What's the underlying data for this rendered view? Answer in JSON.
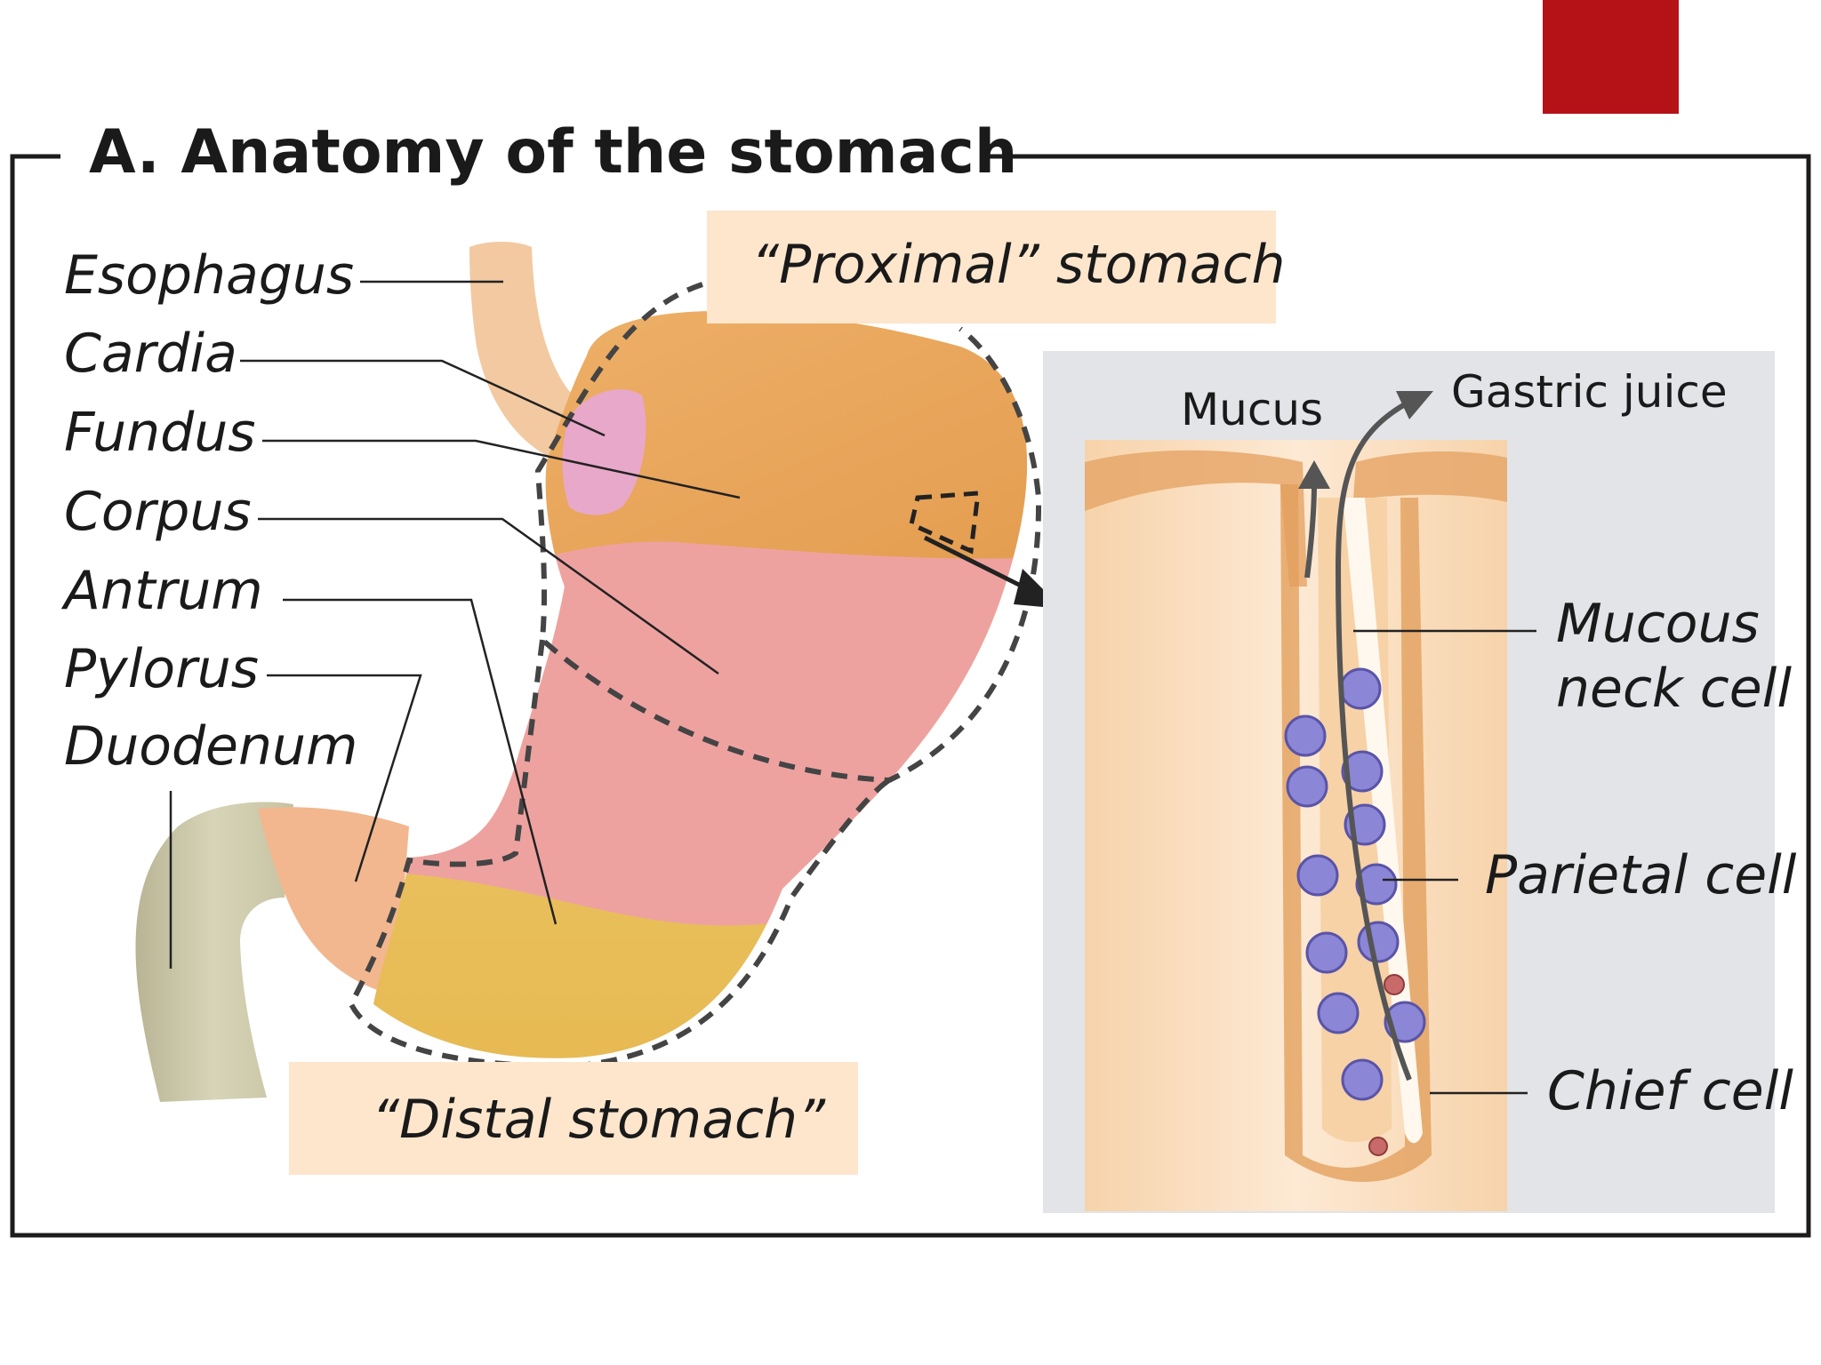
{
  "slide": {
    "accent_color": "#b51218",
    "title": "A.  Anatomy of the stomach"
  },
  "labels": {
    "esophagus": "Esophagus",
    "cardia": "Cardia",
    "fundus": "Fundus",
    "corpus": "Corpus",
    "antrum": "Antrum",
    "pylorus": "Pylorus",
    "duodenum": "Duodenum",
    "proximal": "“Proximal” stomach",
    "distal": "“Distal stomach”"
  },
  "inset": {
    "mucus": "Mucus",
    "gastric_juice": "Gastric juice",
    "mucous_neck_cell_line1": "Mucous",
    "mucous_neck_cell_line2": "neck cell",
    "parietal_cell": "Parietal cell",
    "chief_cell": "Chief cell"
  },
  "colors": {
    "fundus": "#e8a055",
    "corpus": "#eea2a0",
    "antrum": "#ecc860",
    "cardia": "#e8a8d0",
    "duodenum": "#c8c4a4",
    "label_box": "#fde6cc",
    "inset_bg": "#e2e4e8",
    "parietal": "#8c86d6"
  }
}
